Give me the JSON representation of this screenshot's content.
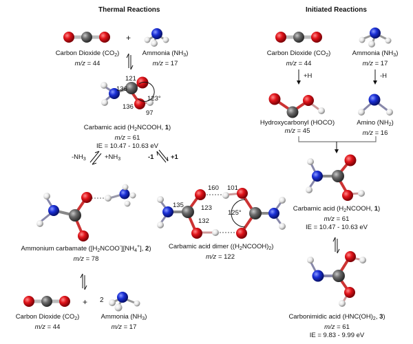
{
  "headings": {
    "thermal": "Thermal Reactions",
    "initiated": "Initiated Reactions"
  },
  "thermal": {
    "co2_top": {
      "name": "Carbon Dioxide (CO",
      "sub": "2",
      "close": ")",
      "mz_label": "m/z",
      "mz_value": " = 44"
    },
    "plus_top": "+",
    "nh3_top": {
      "name": "Ammonia (NH",
      "sub": "3",
      "close": ")",
      "mz_label": "m/z",
      "mz_value": " = 17"
    },
    "carbamic": {
      "name_a": "Carbamic acid (H",
      "sub": "2",
      "name_b": "NCOOH, ",
      "bold": "1",
      "close": ")",
      "mz_label": "m/z",
      "mz_value": " = 61",
      "ie": "IE = 10.47 - 10.63 eV",
      "bond_co": "121",
      "bond_cn": "136",
      "bond_coh": "136",
      "bond_oh": "97",
      "angle": "123°"
    },
    "arrow_left": {
      "minus": "-NH",
      "minus_sub": "3",
      "plus": "+NH",
      "plus_sub": "3"
    },
    "arrow_right": {
      "minus": "-1",
      "plus": "+1"
    },
    "ammonium": {
      "name_a": "Ammonium carbamate ([H",
      "sub": "2",
      "name_b": "NCOO",
      "sup1": "-",
      "name_c": "][NH",
      "sub2": "4",
      "sup2": "+",
      "name_d": "], ",
      "bold": "2",
      "close": ")",
      "mz_label": "m/z",
      "mz_value": " = 78"
    },
    "dimer": {
      "name_a": "Carbamic acid dimer ((H",
      "sub": "2",
      "name_b": "NCOOH)",
      "sub2": "2",
      "close": ")",
      "mz_label": "m/z",
      "mz_value": " = 122",
      "hbond": "160",
      "oh": "101",
      "cn": "135",
      "co": "123",
      "coh": "132",
      "angle": "125°"
    },
    "co2_bottom": {
      "name": "Carbon Dioxide (CO",
      "sub": "2",
      "close": ")",
      "mz_label": "m/z",
      "mz_value": " = 44"
    },
    "plus_bottom": "+",
    "nh3_bottom": {
      "coef": "2",
      "name": "Ammonia (NH",
      "sub": "3",
      "close": ")",
      "mz_label": "m/z",
      "mz_value": " = 17"
    }
  },
  "initiated": {
    "co2": {
      "name": "Carbon Dioxide (CO",
      "sub": "2",
      "close": ")",
      "mz_label": "m/z",
      "mz_value": " = 44"
    },
    "nh3": {
      "name": "Ammonia (NH",
      "sub": "3",
      "close": ")",
      "mz_label": "m/z",
      "mz_value": " = 17"
    },
    "plus_h": "+H",
    "minus_h": "-H",
    "hoco": {
      "name": "Hydroxycarbonyl (HOCO)",
      "mz_label": "m/z",
      "mz_value": " = 45"
    },
    "amino": {
      "name": "Amino (NH",
      "sub": "2",
      "close": ")",
      "mz_label": "m/z",
      "mz_value": " = 16"
    },
    "carbamic": {
      "name_a": "Carbamic acid (H",
      "sub": "2",
      "name_b": "NCOOH, ",
      "bold": "1",
      "close": ")",
      "mz_label": "m/z",
      "mz_value": " = 61",
      "ie": "IE = 10.47 - 10.63 eV"
    },
    "carbonimidic": {
      "name_a": "Carbonimidic acid (HNC(OH)",
      "sub": "2",
      "name_b": ", ",
      "bold": "3",
      "close": ")",
      "mz_label": "m/z",
      "mz_value": " = 61",
      "ie": "IE = 9.83 - 9.99 eV"
    }
  },
  "colors": {
    "oxygen": "#e0141a",
    "carbon": "#6b6b6b",
    "nitrogen": "#1a2fd6",
    "hydrogen": "#e6e6e6",
    "text": "#111111"
  }
}
